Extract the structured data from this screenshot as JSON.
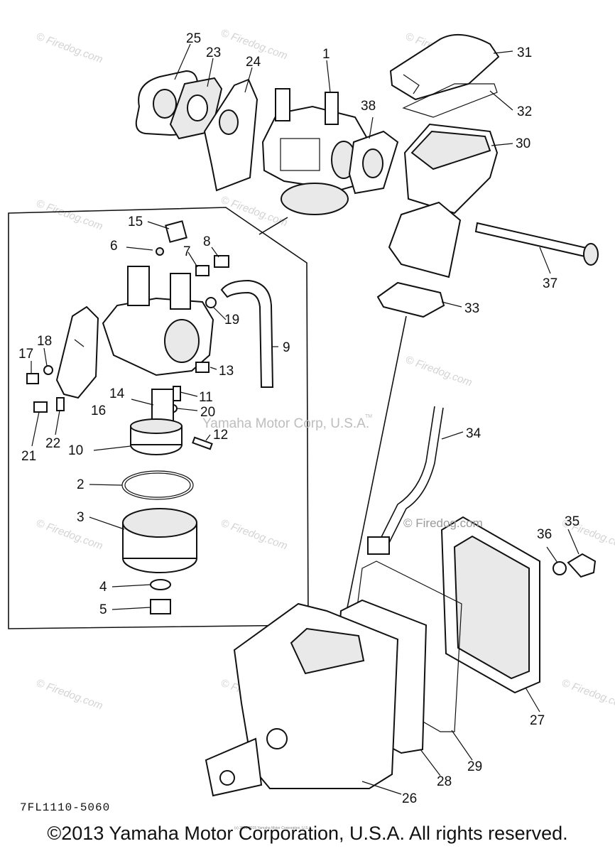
{
  "diagram": {
    "part_number": "7FL1110-5060",
    "center_mark": "Yamaha Motor Corp, U.S.A.",
    "center_mark_tm": "TM",
    "copyright_footer": "©2013 Yamaha Motor Corporation, U.S.A. All rights reserved.",
    "tiny_copyright": "(c) 2009-2015 Yamaha Motor Corporation, U.S.A.",
    "firedog_mark": "© Firedog.com",
    "watermark_text": "© Firedog.com",
    "callouts": [
      "1",
      "2",
      "3",
      "4",
      "5",
      "6",
      "7",
      "8",
      "9",
      "10",
      "11",
      "12",
      "13",
      "14",
      "15",
      "16",
      "17",
      "18",
      "19",
      "20",
      "21",
      "22",
      "23",
      "24",
      "25",
      "26",
      "27",
      "28",
      "29",
      "30",
      "31",
      "32",
      "33",
      "34",
      "35",
      "36",
      "37",
      "38"
    ]
  }
}
